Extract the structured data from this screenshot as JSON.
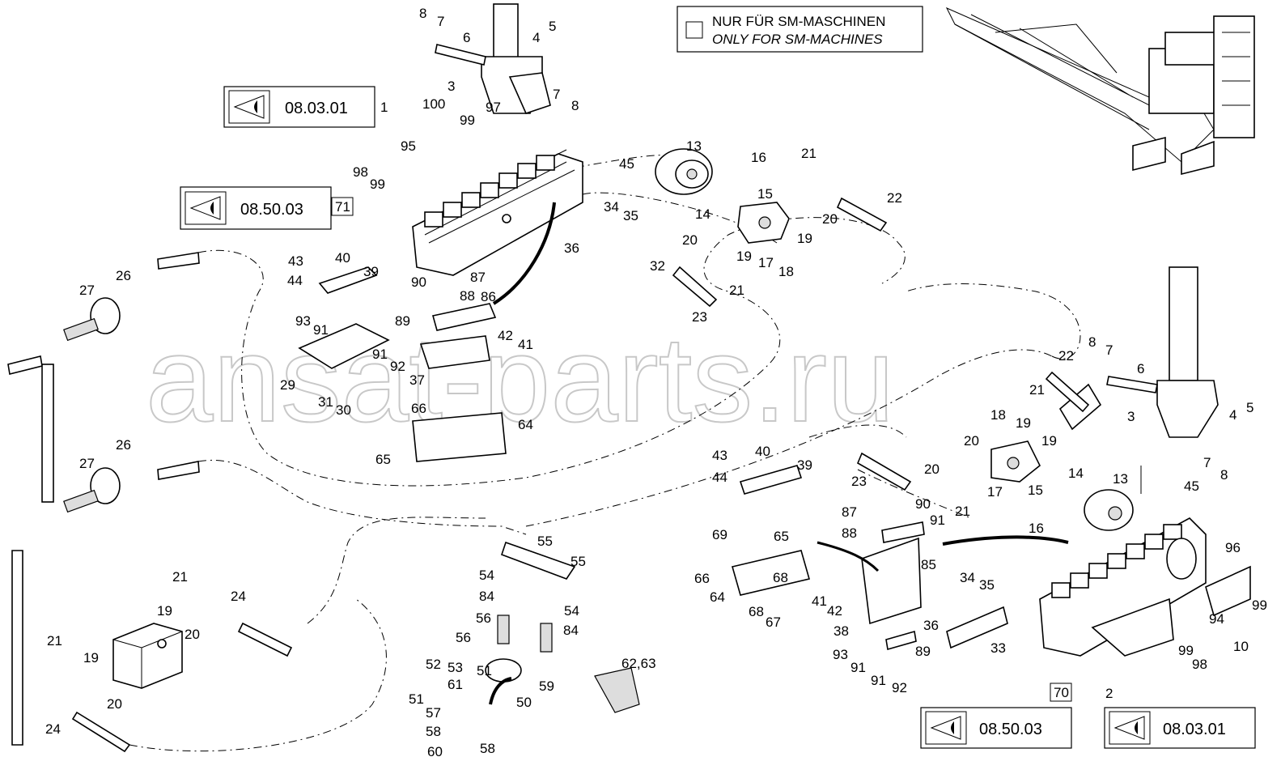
{
  "note": {
    "line1": "NUR FÜR SM-MASCHINEN",
    "line2": "ONLY FOR SM-MACHINES"
  },
  "refs": {
    "r1": "08.03.01",
    "r2": "08.50.03",
    "r3": "08.50.03",
    "r4": "08.03.01"
  },
  "boxed": {
    "b71": "71",
    "b70": "70"
  },
  "watermark": "ansat-parts.ru",
  "labels": [
    "8",
    "7",
    "6",
    "4",
    "5",
    "3",
    "100",
    "99",
    "97",
    "7",
    "8",
    "1",
    "95",
    "98",
    "99",
    "45",
    "13",
    "16",
    "21",
    "15",
    "14",
    "22",
    "20",
    "34",
    "35",
    "36",
    "32",
    "20",
    "19",
    "19",
    "17",
    "18",
    "21",
    "23",
    "43",
    "40",
    "39",
    "44",
    "90",
    "87",
    "86",
    "88",
    "26",
    "27",
    "93",
    "91",
    "89",
    "91",
    "92",
    "42",
    "41",
    "37",
    "29",
    "31",
    "30",
    "66",
    "64",
    "65",
    "26",
    "27",
    "55",
    "55",
    "54",
    "84",
    "54",
    "56",
    "84",
    "56",
    "52",
    "59",
    "53",
    "61",
    "51",
    "51",
    "50",
    "57",
    "58",
    "58",
    "60",
    "62,63",
    "21",
    "24",
    "19",
    "20",
    "21",
    "19",
    "20",
    "24",
    "43",
    "40",
    "39",
    "44",
    "23",
    "90",
    "91",
    "87",
    "88",
    "65",
    "69",
    "68",
    "66",
    "64",
    "68",
    "67",
    "41",
    "42",
    "38",
    "85",
    "34",
    "35",
    "36",
    "33",
    "93",
    "91",
    "89",
    "91",
    "92",
    "22",
    "21",
    "18",
    "19",
    "20",
    "19",
    "20",
    "21",
    "17",
    "15",
    "14",
    "13",
    "16",
    "45",
    "8",
    "7",
    "6",
    "3",
    "4",
    "5",
    "7",
    "8",
    "96",
    "94",
    "99",
    "10",
    "99",
    "98",
    "2"
  ]
}
